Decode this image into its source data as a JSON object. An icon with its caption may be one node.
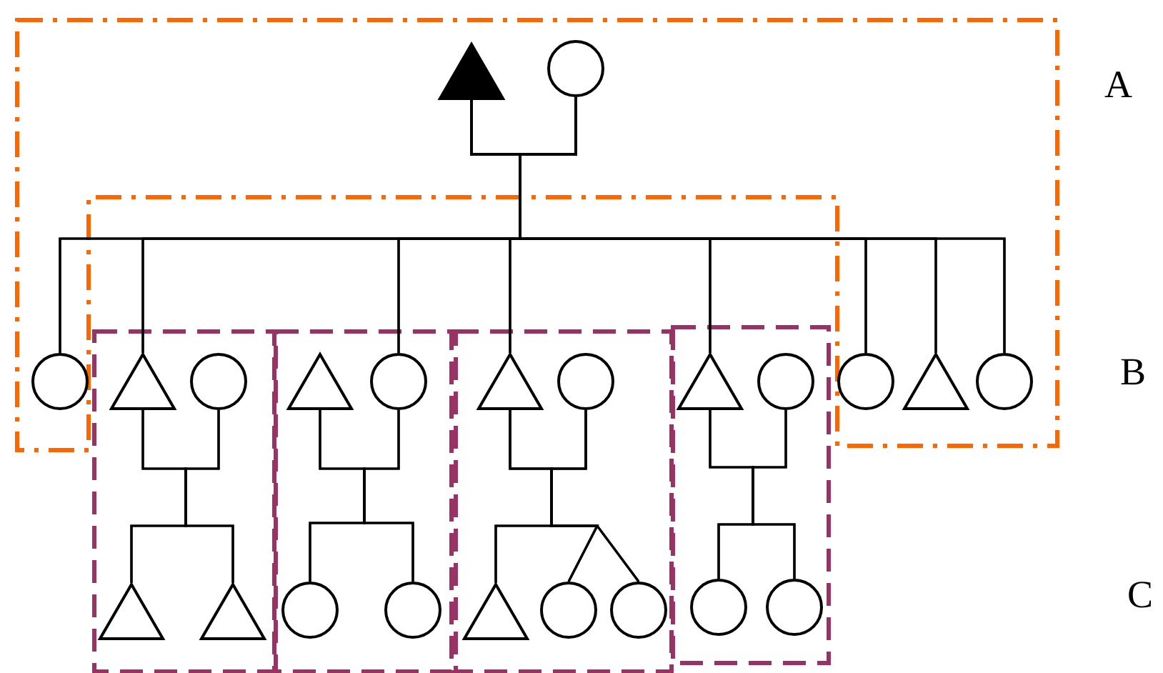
{
  "diagram": {
    "nodes": [
      {
        "text": [],
        "shape": "triangle"
      },
      {
        "text": [],
        "shape": "circle"
      },
      {
        "text": [],
        "shape": "circle"
      },
      {
        "text": [],
        "shape": "triangle"
      },
      {
        "text": [],
        "shape": "circle"
      },
      {
        "text": [],
        "shape": "triangle"
      },
      {
        "text": [],
        "shape": "circle"
      },
      {
        "text": [],
        "shape": "triangle"
      },
      {
        "text": [],
        "shape": "circle"
      },
      {
        "text": [],
        "shape": "triangle"
      },
      {
        "text": [],
        "shape": "circle"
      },
      {
        "text": [],
        "shape": "circle"
      },
      {
        "text": [],
        "shape": "triangle"
      },
      {
        "text": [],
        "shape": "circle"
      },
      {
        "text": [],
        "shape": "triangle"
      },
      {
        "text": [],
        "shape": "triangle"
      },
      {
        "text": [],
        "shape": "circle"
      },
      {
        "text": [],
        "shape": "circle"
      },
      {
        "text": [],
        "shape": "triangle"
      },
      {
        "text": [],
        "shape": "circle"
      },
      {
        "text": [],
        "shape": "circle"
      },
      {
        "text": [],
        "shape": "circle"
      },
      {
        "text": [],
        "shape": "circle"
      }
    ],
    "edges": [
      {
        "from": 0,
        "to": 2,
        "arrow": "none"
      },
      {
        "from": 0,
        "to": 3,
        "arrow": "none"
      },
      {
        "from": 0,
        "to": 6,
        "arrow": "none"
      },
      {
        "from": 0,
        "to": 7,
        "arrow": "none"
      },
      {
        "from": 0,
        "to": 9,
        "arrow": "none"
      },
      {
        "from": 0,
        "to": 11,
        "arrow": "none"
      },
      {
        "from": 0,
        "to": 12,
        "arrow": "none"
      },
      {
        "from": 0,
        "to": 13,
        "arrow": "none"
      },
      {
        "from": 1,
        "to": 2,
        "arrow": "none"
      },
      {
        "from": 1,
        "to": 3,
        "arrow": "none"
      },
      {
        "from": 1,
        "to": 6,
        "arrow": "none"
      },
      {
        "from": 1,
        "to": 7,
        "arrow": "none"
      },
      {
        "from": 1,
        "to": 9,
        "arrow": "none"
      },
      {
        "from": 1,
        "to": 11,
        "arrow": "none"
      },
      {
        "from": 1,
        "to": 12,
        "arrow": "none"
      },
      {
        "from": 1,
        "to": 13,
        "arrow": "none"
      },
      {
        "from": 3,
        "to": 14,
        "arrow": "none"
      },
      {
        "from": 3,
        "to": 15,
        "arrow": "none"
      },
      {
        "from": 4,
        "to": 14,
        "arrow": "none"
      },
      {
        "from": 4,
        "to": 15,
        "arrow": "none"
      },
      {
        "from": 5,
        "to": 16,
        "arrow": "none"
      },
      {
        "from": 5,
        "to": 17,
        "arrow": "none"
      },
      {
        "from": 6,
        "to": 16,
        "arrow": "none"
      },
      {
        "from": 6,
        "to": 17,
        "arrow": "none"
      },
      {
        "from": 7,
        "to": 18,
        "arrow": "none"
      },
      {
        "from": 7,
        "to": 19,
        "arrow": "none"
      },
      {
        "from": 7,
        "to": 20,
        "arrow": "none"
      },
      {
        "from": 8,
        "to": 18,
        "arrow": "none"
      },
      {
        "from": 8,
        "to": 19,
        "arrow": "none"
      },
      {
        "from": 8,
        "to": 20,
        "arrow": "none"
      },
      {
        "from": 9,
        "to": 21,
        "arrow": "none"
      },
      {
        "from": 9,
        "to": 22,
        "arrow": "none"
      },
      {
        "from": 10,
        "to": 21,
        "arrow": "none"
      },
      {
        "from": 10,
        "to": 22,
        "arrow": "none"
      }
    ],
    "labels": [
      "A",
      "B",
      "C"
    ]
  }
}
